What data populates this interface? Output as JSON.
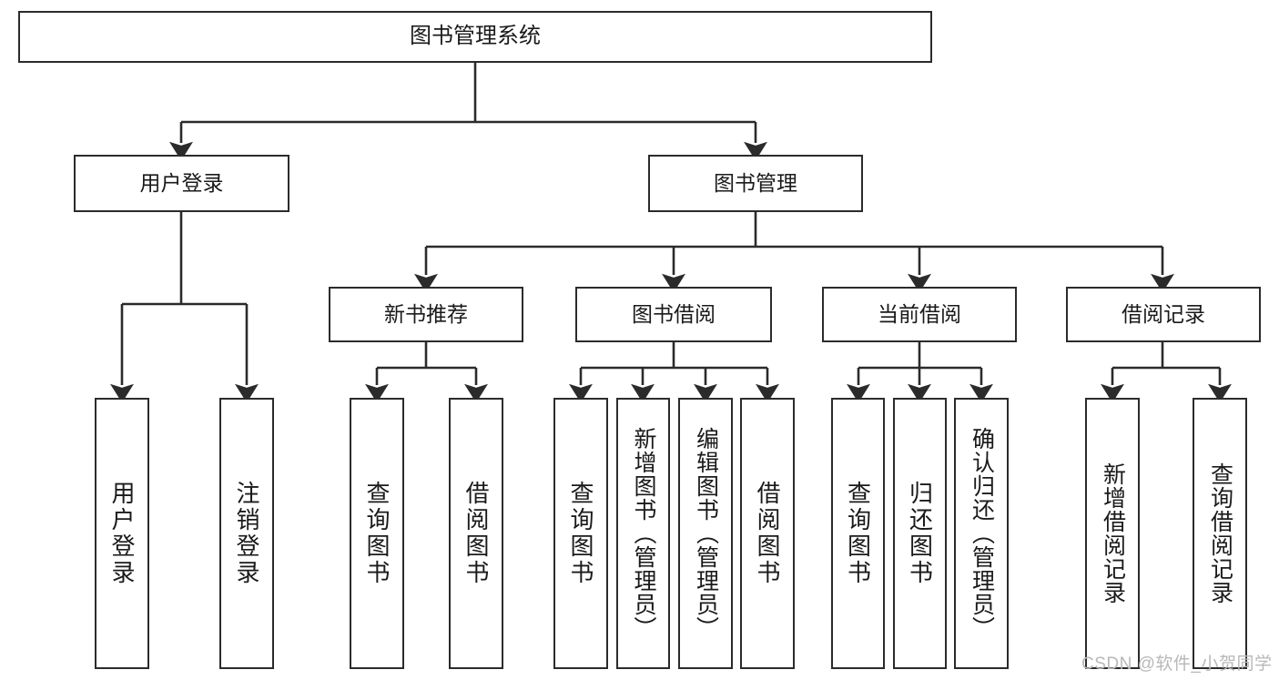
{
  "diagram": {
    "title": "图书管理系统",
    "type": "hierarchy-tree",
    "root": {
      "id": "root",
      "label": "图书管理系统"
    },
    "level1": [
      {
        "id": "user-login",
        "label": "用户登录"
      },
      {
        "id": "book-management",
        "label": "图书管理"
      }
    ],
    "level2": [
      {
        "id": "new-book-recommend",
        "label": "新书推荐",
        "parent": "book-management"
      },
      {
        "id": "book-borrow",
        "label": "图书借阅",
        "parent": "book-management"
      },
      {
        "id": "current-borrow",
        "label": "当前借阅",
        "parent": "book-management"
      },
      {
        "id": "borrow-record",
        "label": "借阅记录",
        "parent": "book-management"
      }
    ],
    "leaves": {
      "user_login": [
        {
          "id": "leaf-user-login",
          "label": "用户登录"
        },
        {
          "id": "leaf-logout-login",
          "label": "注销登录"
        }
      ],
      "new_book_recommend": [
        {
          "id": "leaf-query-book-1",
          "label": "查询图书"
        },
        {
          "id": "leaf-borrow-book-1",
          "label": "借阅图书"
        }
      ],
      "book_borrow": [
        {
          "id": "leaf-query-book-2",
          "label": "查询图书"
        },
        {
          "id": "leaf-add-book",
          "label": "新增图书（管理员）"
        },
        {
          "id": "leaf-edit-book",
          "label": "编辑图书（管理员）"
        },
        {
          "id": "leaf-borrow-book-2",
          "label": "借阅图书"
        }
      ],
      "current_borrow": [
        {
          "id": "leaf-query-book-3",
          "label": "查询图书"
        },
        {
          "id": "leaf-return-book",
          "label": "归还图书"
        },
        {
          "id": "leaf-confirm-return",
          "label": "确认归还（管理员）"
        }
      ],
      "borrow_record": [
        {
          "id": "leaf-add-record",
          "label": "新增借阅记录"
        },
        {
          "id": "leaf-query-record",
          "label": "查询借阅记录"
        }
      ]
    }
  },
  "watermark": {
    "text": "CSDN @软件_小贺同学"
  },
  "colors": {
    "stroke": "#2b2b2b",
    "box_fill": "#ffffff",
    "text": "#1a1a1a",
    "watermark": "#b8b8b8",
    "background": "#ffffff"
  }
}
